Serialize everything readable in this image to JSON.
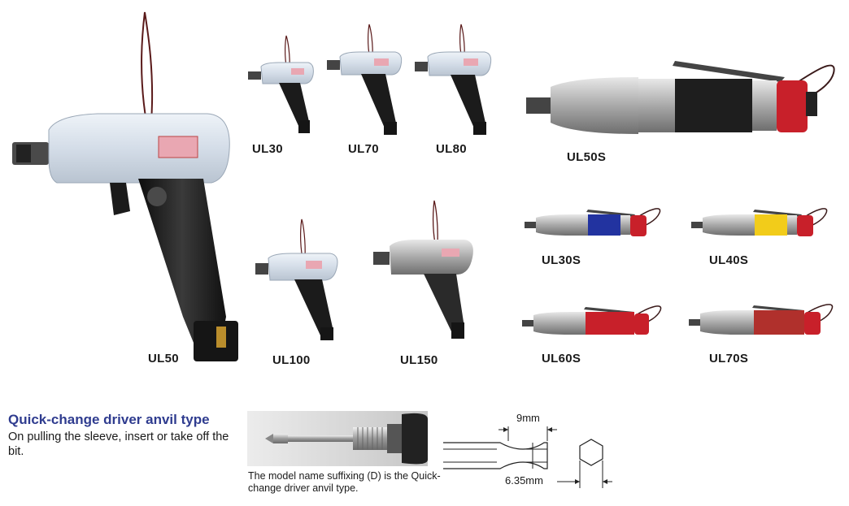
{
  "tools": {
    "ul50": "UL50",
    "ul30": "UL30",
    "ul70": "UL70",
    "ul80": "UL80",
    "ul100": "UL100",
    "ul150": "UL150",
    "ul50s": "UL50S",
    "ul30s": "UL30S",
    "ul40s": "UL40S",
    "ul60s": "UL60S",
    "ul70s": "UL70S"
  },
  "quick_change": {
    "title": "Quick-change driver anvil type",
    "description": "On pulling the sleeve, insert or take off the bit.",
    "caption": "The model name suffixing (D) is the Quick-change driver anvil type."
  },
  "bit_dims": {
    "groove": "9mm",
    "hex": "6.35mm"
  },
  "colors": {
    "heading": "#2f3c8f",
    "body_clear": "#dde6ef",
    "grip_black": "#1c1c1c",
    "straight_red": "#c8202a",
    "straight_blue": "#2233a0",
    "straight_yellow": "#f2cc1a"
  }
}
